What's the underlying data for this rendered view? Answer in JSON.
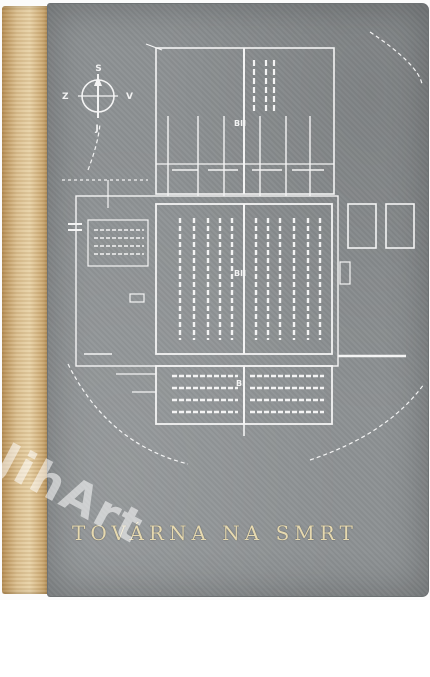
{
  "cover": {
    "title": "TOVÁRNA NA SMRT"
  },
  "compass": {
    "north": "S",
    "south": "J",
    "west": "Z",
    "east": "V"
  },
  "plan_labels": {
    "section_a": "BII",
    "section_b": "BII",
    "section_c": "BI"
  },
  "watermark": {
    "text": "JihArt"
  },
  "colors": {
    "cover": "#8e9294",
    "spine": "#dcc192",
    "lines": "#f4f4f4",
    "title": "#e6d9b0"
  }
}
